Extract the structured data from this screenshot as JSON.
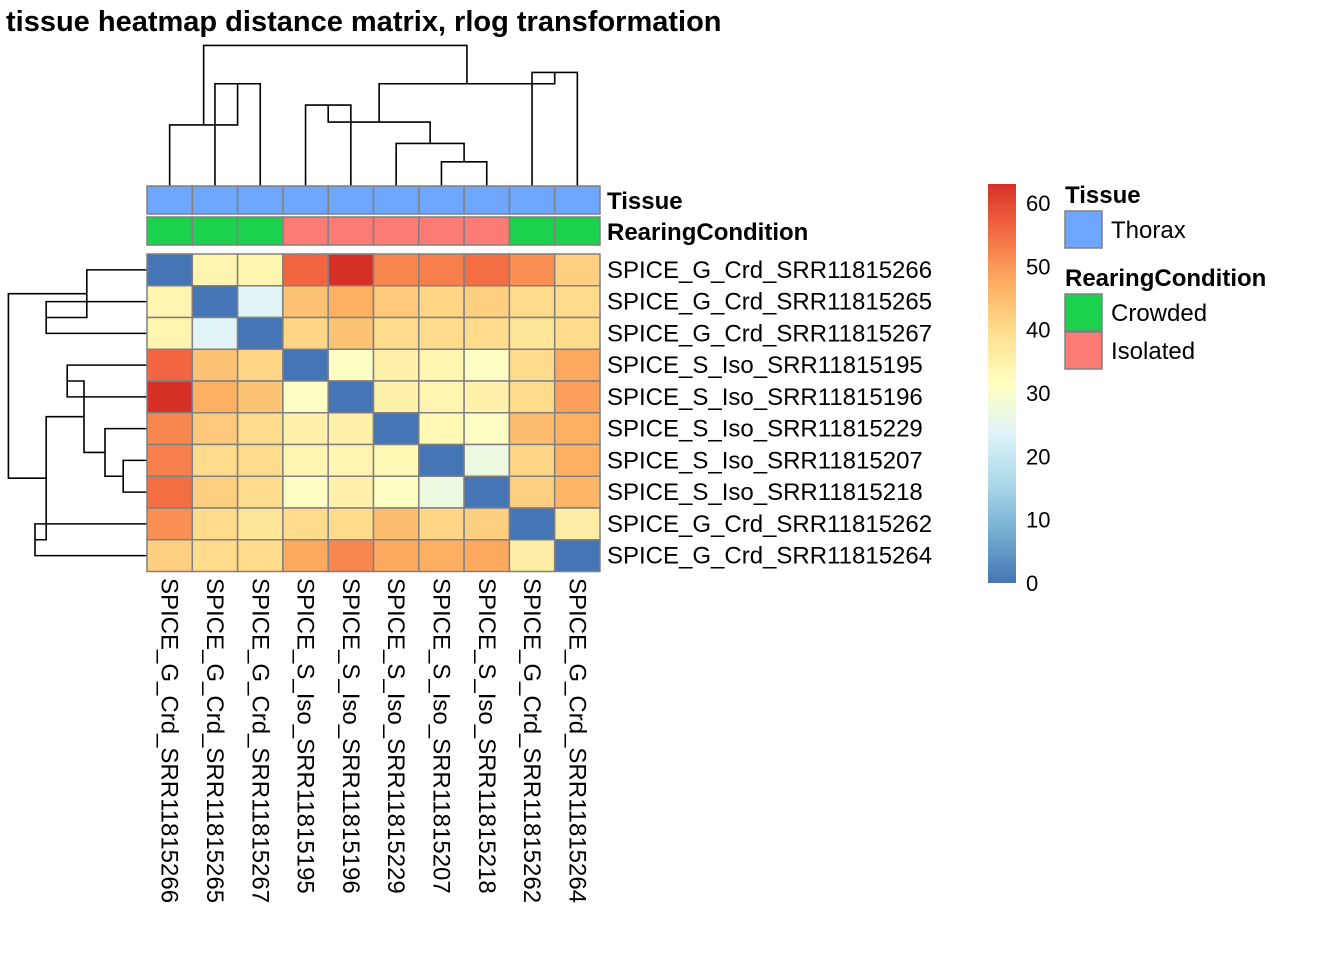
{
  "title": "tissue heatmap distance matrix, rlog transformation",
  "chart_data": {
    "type": "heatmap",
    "title": "tissue heatmap distance matrix, rlog transformation",
    "rows": [
      "SPICE_G_Crd_SRR11815266",
      "SPICE_G_Crd_SRR11815265",
      "SPICE_G_Crd_SRR11815267",
      "SPICE_S_Iso_SRR11815195",
      "SPICE_S_Iso_SRR11815196",
      "SPICE_S_Iso_SRR11815229",
      "SPICE_S_Iso_SRR11815207",
      "SPICE_S_Iso_SRR11815218",
      "SPICE_G_Crd_SRR11815262",
      "SPICE_G_Crd_SRR11815264"
    ],
    "columns": [
      "SPICE_G_Crd_SRR11815266",
      "SPICE_G_Crd_SRR11815265",
      "SPICE_G_Crd_SRR11815267",
      "SPICE_S_Iso_SRR11815195",
      "SPICE_S_Iso_SRR11815196",
      "SPICE_S_Iso_SRR11815229",
      "SPICE_S_Iso_SRR11815207",
      "SPICE_S_Iso_SRR11815218",
      "SPICE_G_Crd_SRR11815262",
      "SPICE_G_Crd_SRR11815264"
    ],
    "values": [
      [
        0,
        34,
        34,
        56,
        63,
        52,
        53,
        55,
        51,
        42
      ],
      [
        34,
        0,
        24,
        44,
        47,
        43,
        41,
        42,
        40,
        40
      ],
      [
        34,
        24,
        0,
        41,
        44,
        40,
        40,
        40,
        38,
        40
      ],
      [
        56,
        44,
        41,
        0,
        31,
        35,
        34,
        31,
        40,
        48
      ],
      [
        63,
        47,
        44,
        31,
        0,
        35,
        34,
        35,
        40,
        49
      ],
      [
        52,
        43,
        40,
        35,
        35,
        0,
        33,
        31,
        45,
        47
      ],
      [
        53,
        40,
        40,
        34,
        34,
        33,
        0,
        27,
        41,
        47
      ],
      [
        55,
        42,
        40,
        31,
        35,
        31,
        27,
        0,
        42,
        46
      ],
      [
        51,
        40,
        38,
        40,
        40,
        45,
        41,
        42,
        0,
        36
      ],
      [
        42,
        40,
        40,
        48,
        52,
        48,
        47,
        48,
        36,
        0
      ]
    ],
    "colorbar": {
      "range": [
        0,
        63
      ],
      "ticks": [
        "0",
        "10",
        "20",
        "30",
        "40",
        "50",
        "60"
      ],
      "tick_values": [
        0,
        10,
        20,
        30,
        40,
        50,
        60
      ]
    },
    "color_scale": [
      "#4575b4",
      "#74add1",
      "#abd9e9",
      "#e0f3f8",
      "#ffffbf",
      "#fee090",
      "#fdae61",
      "#f46d43",
      "#d73027"
    ],
    "annotation_rows": [
      {
        "name": "Tissue",
        "values": [
          "Thorax",
          "Thorax",
          "Thorax",
          "Thorax",
          "Thorax",
          "Thorax",
          "Thorax",
          "Thorax",
          "Thorax",
          "Thorax"
        ]
      },
      {
        "name": "RearingCondition",
        "values": [
          "Crowded",
          "Crowded",
          "Crowded",
          "Isolated",
          "Isolated",
          "Isolated",
          "Isolated",
          "Isolated",
          "Crowded",
          "Crowded"
        ]
      }
    ],
    "legend": [
      {
        "title": "Tissue",
        "items": [
          {
            "label": "Thorax",
            "color": "#6ea6fd"
          }
        ]
      },
      {
        "title": "RearingCondition",
        "items": [
          {
            "label": "Crowded",
            "color": "#1cd14e"
          },
          {
            "label": "Isolated",
            "color": "#fd7b75"
          }
        ]
      }
    ],
    "dendrogram_order": [
      "SPICE_G_Crd_SRR11815266",
      "SPICE_G_Crd_SRR11815265",
      "SPICE_G_Crd_SRR11815267",
      "SPICE_S_Iso_SRR11815195",
      "SPICE_S_Iso_SRR11815196",
      "SPICE_S_Iso_SRR11815229",
      "SPICE_S_Iso_SRR11815207",
      "SPICE_S_Iso_SRR11815218",
      "SPICE_G_Crd_SRR11815262",
      "SPICE_G_Crd_SRR11815264"
    ],
    "dendrogram_heights": {
      "c1": 72,
      "c2": 43,
      "c3": 80,
      "c4": 57,
      "c5": 17,
      "c6": 30,
      "c7": 45,
      "c8": 72,
      "c9": 99
    }
  },
  "colors": {
    "cell_border": "#808080",
    "thorax": "#6ea6fd",
    "crowded": "#1cd14e",
    "isolated": "#fd7b75"
  }
}
